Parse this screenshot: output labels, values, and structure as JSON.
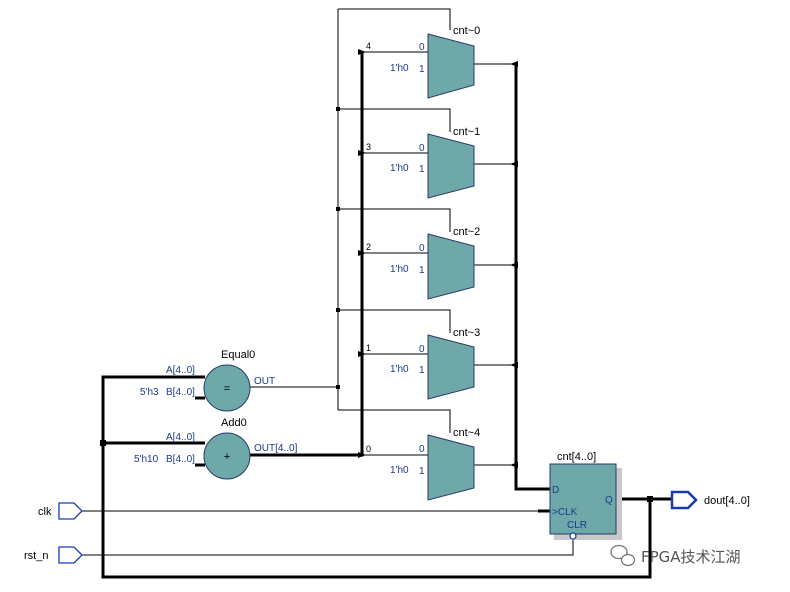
{
  "muxes": [
    {
      "name": "cnt~0",
      "in0_label": "0",
      "const": "1'h0",
      "pin1": "1",
      "sel": "4"
    },
    {
      "name": "cnt~1",
      "in0_label": "0",
      "const": "1'h0",
      "pin1": "1",
      "sel": "3"
    },
    {
      "name": "cnt~2",
      "in0_label": "0",
      "const": "1'h0",
      "pin1": "1",
      "sel": "2"
    },
    {
      "name": "cnt~3",
      "in0_label": "0",
      "const": "1'h0",
      "pin1": "1",
      "sel": "1"
    },
    {
      "name": "cnt~4",
      "in0_label": "0",
      "const": "1'h0",
      "pin1": "1",
      "sel": "0"
    }
  ],
  "equal": {
    "name": "Equal0",
    "symbol": "=",
    "a_label": "A[4..0]",
    "b_label": "B[4..0]",
    "const": "5'h3",
    "out": "OUT"
  },
  "add": {
    "name": "Add0",
    "symbol": "+",
    "a_label": "A[4..0]",
    "b_label": "B[4..0]",
    "const": "5'h10",
    "out": "OUT[4..0]"
  },
  "reg": {
    "name": "cnt[4..0]",
    "d": "D",
    "clk": "CLK",
    "clr": "CLR",
    "q": "Q"
  },
  "ports": {
    "clk": "clk",
    "rst": "rst_n",
    "dout": "dout[4..0]"
  },
  "watermark": {
    "text": "FPGA技术江湖",
    "icon": "wechat-icon"
  }
}
